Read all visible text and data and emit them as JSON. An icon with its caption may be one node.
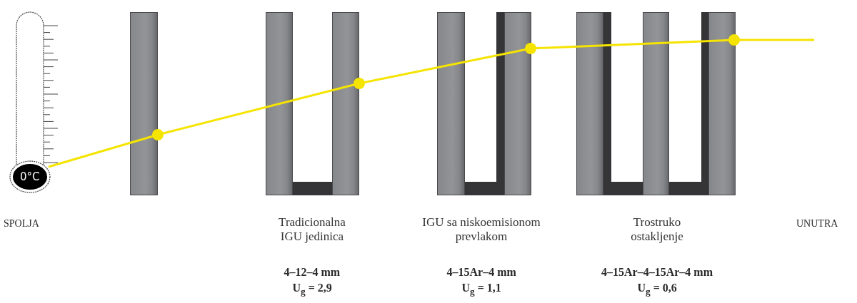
{
  "diagram": {
    "nodes": [
      {
        "text": [
          "0°C"
        ]
      }
    ],
    "labels": [
      "SPOLJA",
      "Tradicionalna IGU jedinica",
      "IGU sa niskoemisionom prevlakom",
      "Trostruko ostakljenje",
      "UNUTRA",
      "4–12–4 mm",
      "U$_{g}$ = 2,9",
      "4–15Ar–4 mm",
      "U$_{g}$ = 1,1",
      "4–15Ar–4–15Ar–4 mm",
      "U$_{g}$ = 0,6"
    ]
  }
}
